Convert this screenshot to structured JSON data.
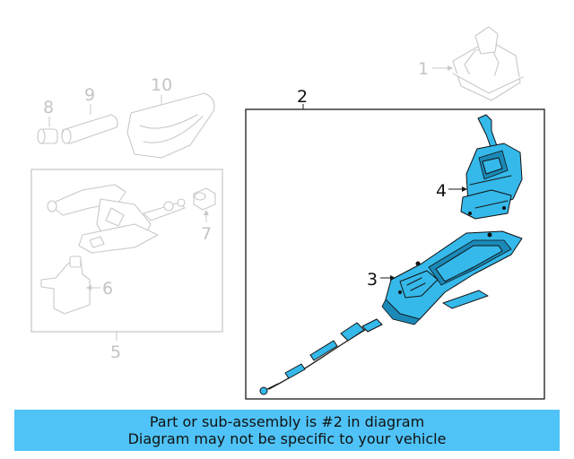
{
  "diagram": {
    "callouts": {
      "c1": "1",
      "c2": "2",
      "c3": "3",
      "c4": "4",
      "c5": "5",
      "c6": "6",
      "c7": "7",
      "c8": "8",
      "c9": "9",
      "c10": "10"
    },
    "highlight_color": "#35b9ea",
    "ghost_color": "#c8c8c8"
  },
  "banner": {
    "line1": "Part or sub-assembly is #2 in diagram",
    "line2": "Diagram may not be specific to your vehicle",
    "background": "#4fc3f7"
  }
}
